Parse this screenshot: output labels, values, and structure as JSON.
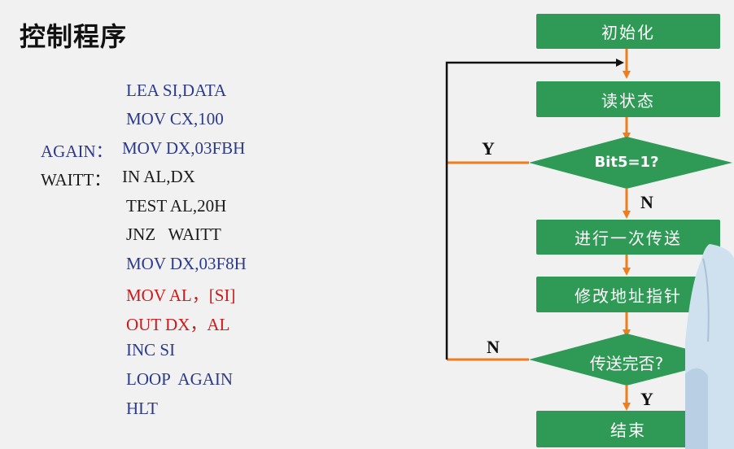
{
  "title": "控制程序",
  "code": [
    {
      "label": "",
      "text": "LEA SI,DATA",
      "color": "blue"
    },
    {
      "label": "",
      "text": "MOV CX,100",
      "color": "blue"
    },
    {
      "label": "AGAIN：",
      "text": "MOV DX,03FBH",
      "color": "blue"
    },
    {
      "label": "WAITT：",
      "text": "IN AL,DX",
      "color": "black"
    },
    {
      "label": "",
      "text": "TEST AL,20H",
      "color": "black"
    },
    {
      "label": "",
      "text": "JNZ   WAITT",
      "color": "black"
    },
    {
      "label": "",
      "text": "MOV DX,03F8H",
      "color": "blue"
    },
    {
      "label": "",
      "text": "MOV AL，[SI]",
      "color": "red"
    },
    {
      "label": "",
      "text": "OUT DX，AL",
      "color": "red"
    },
    {
      "label": "",
      "text": "INC SI",
      "color": "blue"
    },
    {
      "label": "",
      "text": "LOOP  AGAIN",
      "color": "blue"
    },
    {
      "label": "",
      "text": "HLT",
      "color": "blue"
    }
  ],
  "flowchart": {
    "init": "初始化",
    "read": "读状态",
    "check": "Bit5=1?",
    "check_yes": "Y",
    "check_no": "N",
    "send": "进行一次传送",
    "modify": "修改地址指针",
    "done": "传送完否?",
    "done_no": "N",
    "done_yes": "Y",
    "end": "结束"
  },
  "colors": {
    "box": "#2e9a55",
    "arrow": "#f07c1a",
    "loop_line": "#111111",
    "code_blue": "#2b3a8c",
    "code_red": "#cc1a1a"
  }
}
